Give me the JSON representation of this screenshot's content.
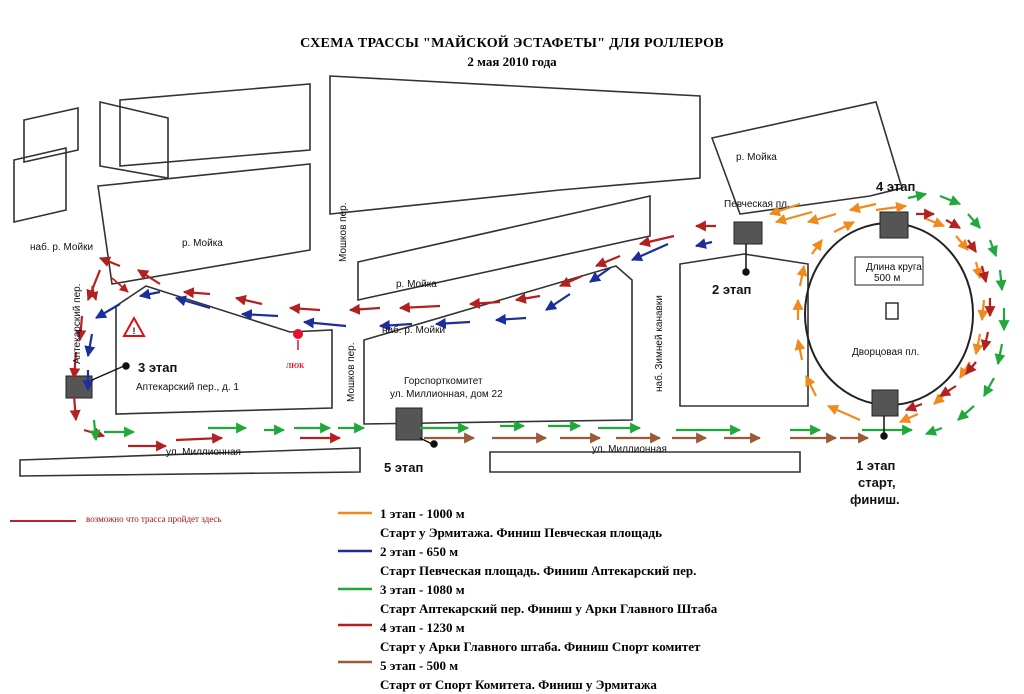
{
  "title": "СХЕМА ТРАССЫ \"МАЙСКОЙ ЭСТАФЕТЫ\" ДЛЯ РОЛЛЕРОВ",
  "subtitle": "2 мая 2010 года",
  "colors": {
    "stage1": "#f08a1c",
    "stage2": "#1b2f9c",
    "stage3": "#21a83a",
    "stage4": "#b32020",
    "stage5": "#9a5a3a",
    "possible": "#c0202a",
    "wc": "#e8102a"
  },
  "map": {
    "streets": {
      "moika_1": "р. Мойка",
      "moika_2": "р. Мойка",
      "moika_3": "р. Мойка",
      "moika_emb_left": "наб. р. Мойки",
      "moika_emb_mid": "наб. р. Мойки",
      "aptekarsky": "Аптекарский пер.",
      "mohkov_top": "Мошков пер.",
      "mohkov_bottom": "Мошков пер.",
      "zimnyaya": "наб. Зимней канавки",
      "millionnaya_left": "ул. Миллионная",
      "millionnaya_right": "ул. Миллионная",
      "pevcheskaya": "Певческая пл."
    },
    "places": {
      "aptekarsky_address": "Аптекарский пер., д. 1",
      "gorsport_1": "Горспорткомитет",
      "gorsport_2": "ул. Миллионная, дом 22",
      "square": "Дворцовая пл.",
      "lap_1": "Длина круга",
      "lap_2": "500 м",
      "wc": "ЛЮК"
    },
    "stages": {
      "s1": "1 этап",
      "s1_start": "старт,",
      "s1_finish": "финиш.",
      "s2": "2 этап",
      "s3": "3 этап",
      "s4": "4 этап",
      "s5": "5 этап"
    }
  },
  "note": "возможно что трасса пройдет здесь",
  "legend": [
    {
      "stage": "1 этап - 1000 м",
      "desc": "Старт у Эрмитажа. Финиш Певческая площадь",
      "color": "#f08a1c"
    },
    {
      "stage": "2 этап - 650 м",
      "desc": "Старт Певческая площадь. Финиш Аптекарский пер.",
      "color": "#1b2f9c"
    },
    {
      "stage": "3 этап - 1080 м",
      "desc": "Старт Аптекарский пер. Финиш у Арки Главного Штаба",
      "color": "#21a83a"
    },
    {
      "stage": "4 этап - 1230 м",
      "desc": "Старт у Арки Главного штаба. Финиш Спорт комитет",
      "color": "#b32020"
    },
    {
      "stage": "5 этап - 500 м",
      "desc": "Старт от Спорт Комитета. Финиш у Эрмитажа",
      "color": "#9a5a3a"
    }
  ]
}
